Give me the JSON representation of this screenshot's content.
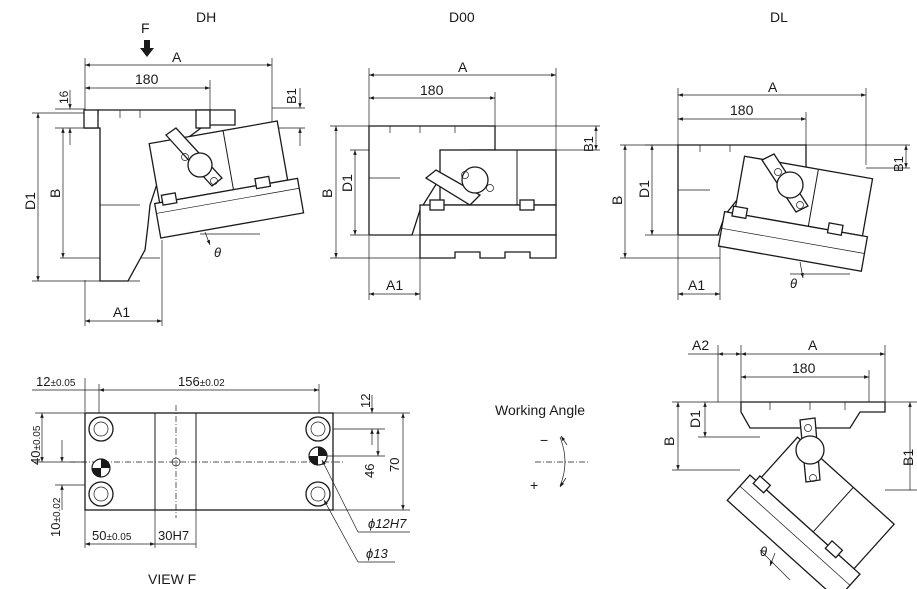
{
  "views": {
    "dh": {
      "title": "DH",
      "force": "F",
      "a": "A",
      "dim180": "180",
      "dim16": "16",
      "b1": "B1",
      "b": "B",
      "d1": "D1",
      "a1": "A1",
      "theta": "θ"
    },
    "d00": {
      "title": "D00",
      "a": "A",
      "dim180": "180",
      "b1": "B1",
      "b": "B",
      "d1": "D1",
      "a1": "A1"
    },
    "dl": {
      "title": "DL",
      "a": "A",
      "dim180": "180",
      "b1": "B1",
      "b": "B",
      "d1": "D1",
      "a1": "A1",
      "theta": "θ"
    },
    "bottom_right": {
      "a2": "A2",
      "a": "A",
      "dim180": "180",
      "b": "B",
      "d1": "D1",
      "b1_partial": "B1",
      "theta": "θ"
    }
  },
  "view_f": {
    "caption": "VIEW F",
    "dim_12": "12",
    "tol_12": "±0.05",
    "dim_156": "156",
    "tol_156": "±0.02",
    "dim_12v": "12",
    "dim_40": "40",
    "tol_40": "±0.05",
    "dim_10": "10",
    "tol_10": "±0.02",
    "dim_46": "46",
    "dim_70": "70",
    "dim_50": "50",
    "tol_50": "±0.05",
    "dim_30": "30H7",
    "hole_12": "ϕ12H7",
    "hole_13": "ϕ13"
  },
  "working_angle": {
    "title": "Working Angle",
    "minus": "−",
    "plus": "+"
  }
}
